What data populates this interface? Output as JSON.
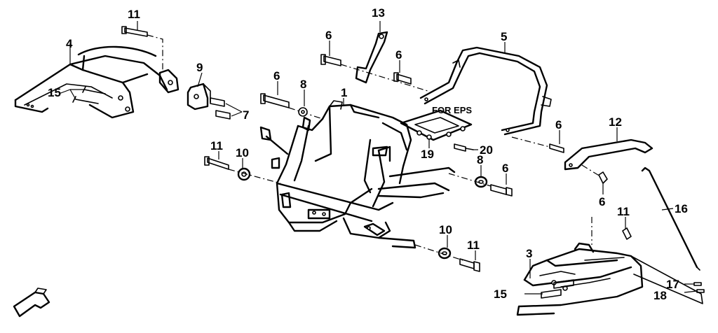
{
  "diagram": {
    "note": "FOR EPS",
    "callouts": {
      "c1": "1",
      "c3": "3",
      "c4": "4",
      "c5": "5",
      "c6a": "6",
      "c6b": "6",
      "c6c": "6",
      "c6d": "6",
      "c6e": "6",
      "c6f": "6",
      "c7": "7",
      "c8a": "8",
      "c8b": "8",
      "c9": "9",
      "c10a": "10",
      "c10b": "10",
      "c11a": "11",
      "c11b": "11",
      "c11c": "11",
      "c11d": "11",
      "c12": "12",
      "c13": "13",
      "c15a": "15",
      "c15b": "15",
      "c16": "16",
      "c17": "17",
      "c18": "18",
      "c19": "19",
      "c20": "20"
    }
  }
}
